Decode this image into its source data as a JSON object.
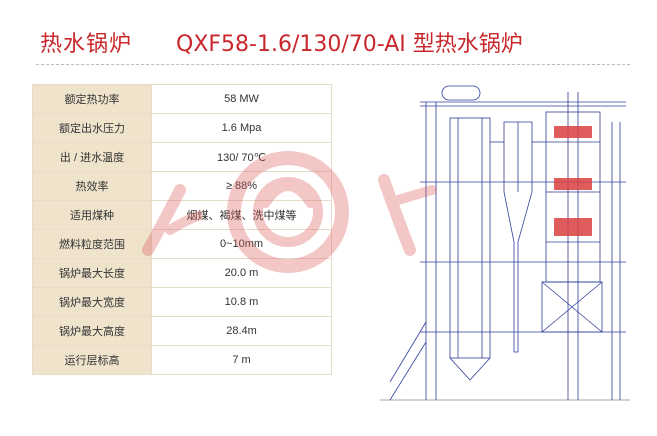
{
  "header": {
    "category": "热水锅炉",
    "model": "QXF58-1.6/130/70-AⅠ 型热水锅炉"
  },
  "specs": [
    {
      "label": "额定热功率",
      "value": "58 MW"
    },
    {
      "label": "额定出水压力",
      "value": "1.6 Mpa"
    },
    {
      "label": "出 / 进水温度",
      "value": "130/ 70℃"
    },
    {
      "label": "热效率",
      "value": "≥ 88%"
    },
    {
      "label": "适用煤种",
      "value": "烟煤、褐煤、洗中煤等"
    },
    {
      "label": "燃料粒度范围",
      "value": "0~10mm"
    },
    {
      "label": "锅炉最大长度",
      "value": "20.0 m"
    },
    {
      "label": "锅炉最大宽度",
      "value": "10.8 m"
    },
    {
      "label": "锅炉最大高度",
      "value": "28.4m"
    },
    {
      "label": "运行层标高",
      "value": "7 m"
    }
  ],
  "colors": {
    "title": "#c8282b",
    "label_bg": "#efe3cc",
    "watermark": "#e06060",
    "drawing_line": "#2f3f9a"
  }
}
